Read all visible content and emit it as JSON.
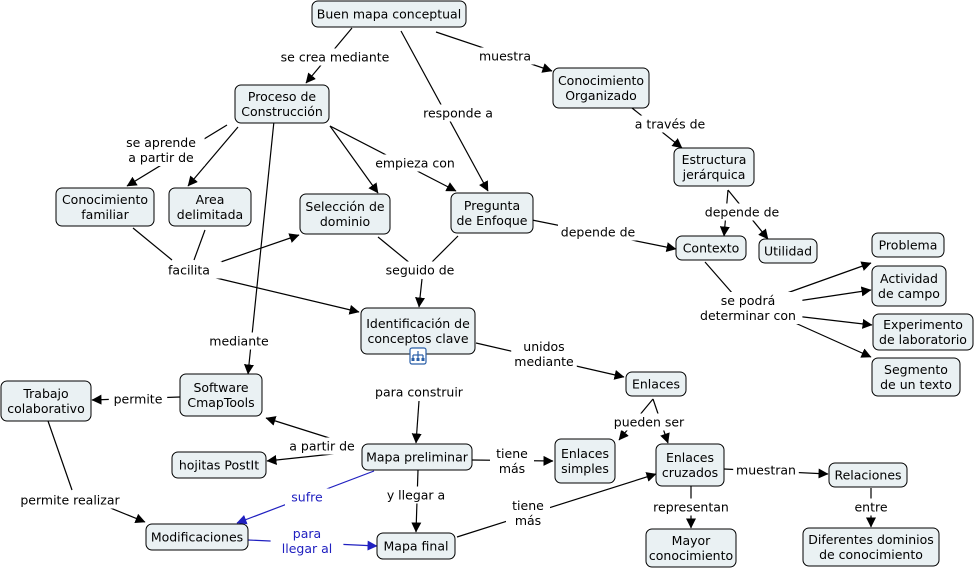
{
  "concepts": {
    "buen_mapa": [
      "Buen mapa conceptual"
    ],
    "proceso": [
      "Proceso de",
      "Construcción"
    ],
    "conocimiento_org": [
      "Conocimiento",
      "Organizado"
    ],
    "estructura": [
      "Estructura",
      "jerárquica"
    ],
    "conocimiento_fam": [
      "Conocimiento",
      "familiar"
    ],
    "area": [
      "Area",
      "delimitada"
    ],
    "seleccion": [
      "Selección de",
      "dominio"
    ],
    "pregunta": [
      "Pregunta",
      "de Enfoque"
    ],
    "contexto": [
      "Contexto"
    ],
    "utilidad": [
      "Utilidad"
    ],
    "problema": [
      "Problema"
    ],
    "actividad": [
      "Actividad",
      "de campo"
    ],
    "experimento": [
      "Experimento",
      "de laboratorio"
    ],
    "segmento": [
      "Segmento",
      "de un texto"
    ],
    "identificacion": [
      "Identificación de",
      "conceptos clave"
    ],
    "enlaces": [
      "Enlaces"
    ],
    "trabajo": [
      "Trabajo",
      "colaborativo"
    ],
    "software": [
      "Software",
      "CmapTools"
    ],
    "hojitas": [
      "hojitas PostIt"
    ],
    "mapa_prel": [
      "Mapa preliminar"
    ],
    "enlaces_simples": [
      "Enlaces",
      "simples"
    ],
    "enlaces_cruzados": [
      "Enlaces",
      "cruzados"
    ],
    "relaciones": [
      "Relaciones"
    ],
    "modificaciones": [
      "Modificaciones"
    ],
    "mapa_final": [
      "Mapa final"
    ],
    "mayor": [
      "Mayor",
      "conocimiento"
    ],
    "diferentes": [
      "Diferentes dominios",
      "de conocimiento"
    ]
  },
  "linking_phrases": {
    "se_crea": [
      "se crea mediante"
    ],
    "muestra": [
      "muestra"
    ],
    "responde": [
      "responde a"
    ],
    "a_traves": [
      "a través de"
    ],
    "se_aprende": [
      "se aprende",
      "a partir de"
    ],
    "empieza": [
      "empieza con"
    ],
    "depende1": [
      "depende de"
    ],
    "depende2": [
      "depende de"
    ],
    "facilita": [
      "facilita"
    ],
    "seguido": [
      "seguido de"
    ],
    "se_podra": [
      "se podrá",
      "determinar con"
    ],
    "mediante": [
      "mediante"
    ],
    "unidos": [
      "unidos",
      "mediante"
    ],
    "pueden_ser": [
      "pueden ser"
    ],
    "permite": [
      "permite"
    ],
    "para_construir": [
      "para construir"
    ],
    "a_partir": [
      "a partir de"
    ],
    "tiene_mas1": [
      "tiene",
      "más"
    ],
    "muestran": [
      "muestran"
    ],
    "permite_realizar": [
      "permite realizar"
    ],
    "sufre": [
      "sufre"
    ],
    "y_llegar": [
      "y llegar a"
    ],
    "tiene_mas2": [
      "tiene",
      "más"
    ],
    "representan": [
      "representan"
    ],
    "entre": [
      "entre"
    ],
    "para_llegar": [
      "para",
      "llegar al"
    ]
  },
  "colors": {
    "node_fill": "#eaf1f3",
    "line": "#000000",
    "highlight_link": "#2020c0"
  },
  "icons": {
    "resource": "concept-map-resource-icon"
  }
}
